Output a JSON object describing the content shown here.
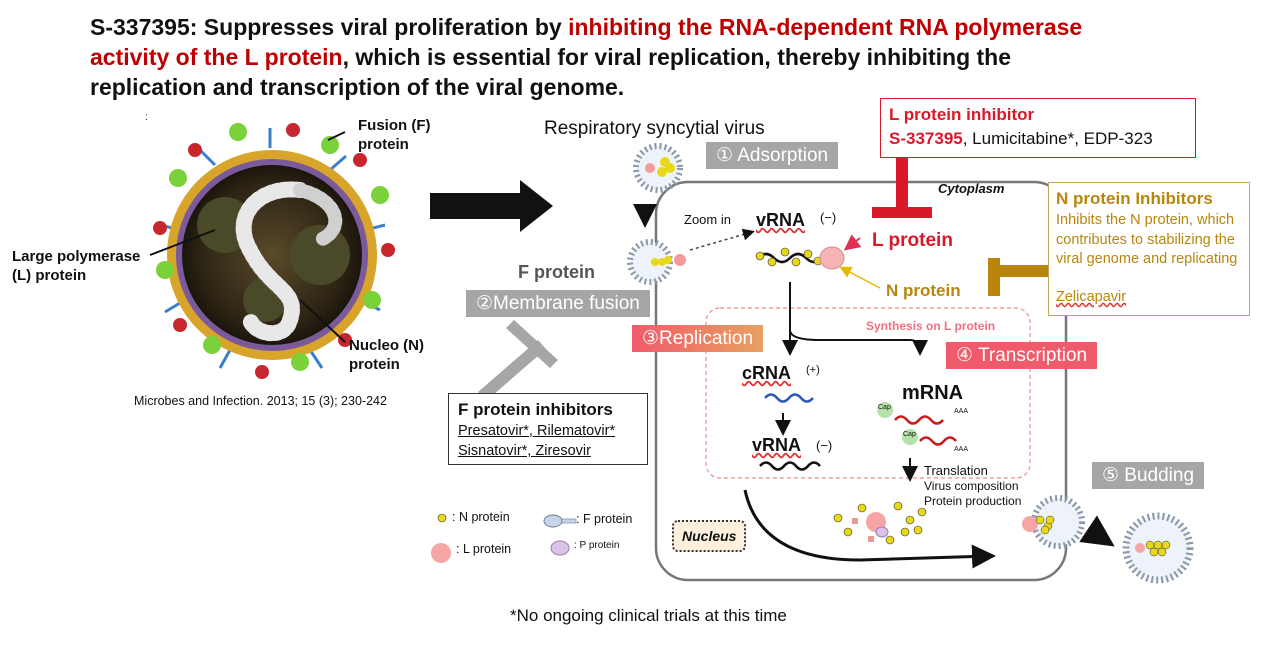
{
  "headline": {
    "prefix": "S-337395: Suppresses viral proliferation by ",
    "highlight": "inhibiting the RNA-dependent RNA polymerase activity of the L protein",
    "suffix": ", which is essential for viral replication, thereby inhibiting the replication and transcription of the viral genome."
  },
  "virus_labels": {
    "fusion": "Fusion (F) protein",
    "large_polymerase": "Large polymerase (L) protein",
    "nucleo": "Nucleo (N) protein",
    "citation": "Microbes and Infection. 2013; 15 (3); 230-242",
    "stray_mark": ":"
  },
  "rsv_title": "Respiratory syncytial virus",
  "steps": {
    "adsorption": "① Adsorption",
    "membrane_fusion": "②Membrane fusion",
    "replication": "③Replication",
    "transcription": "④ Transcription",
    "budding": "⑤ Budding"
  },
  "cell": {
    "cytoplasm": "Cytoplasm",
    "zoom_in": "Zoom in",
    "vrna_top": "vRNA",
    "neg": "(−)",
    "pos": "(+)",
    "l_protein": "L protein",
    "n_protein": "N protein",
    "f_protein": "F protein",
    "synthesis": "Synthesis on L protein",
    "crna": "cRNA",
    "vrna_bottom": "vRNA",
    "mrna": "mRNA",
    "cap": "Cap",
    "aaa": "AAA",
    "translation": "Translation",
    "virus_composition": "Virus composition",
    "protein_production": "Protein production",
    "nucleus": "Nucleus"
  },
  "l_inhibitor_box": {
    "title": "L protein inhibitor",
    "drug_main": "S-337395",
    "drug_rest": ", Lumicitabine*, EDP-323"
  },
  "n_inhibitor_box": {
    "title": "N protein Inhibitors",
    "desc": "Inhibits the N protein, which contributes to stabilizing the viral genome and replicating",
    "drug": "Zelicapavir"
  },
  "f_inhibitor_box": {
    "title": "F protein inhibitors",
    "line1": "Presatovir*, Rilematovir*",
    "line2": "Sisnatovir*, Ziresovir"
  },
  "legend": {
    "n": ": N protein",
    "l": ": L protein",
    "f": ": F protein",
    "p": ": P protein"
  },
  "footnote": "*No ongoing clinical trials at this time",
  "colors": {
    "red": "#c00000",
    "inhibitor_red": "#d9192a",
    "gold": "#b8860b",
    "gray_step": "#a6a6a6",
    "pink_step": "#ef5b6b",
    "orange_step": "#e8a160"
  }
}
